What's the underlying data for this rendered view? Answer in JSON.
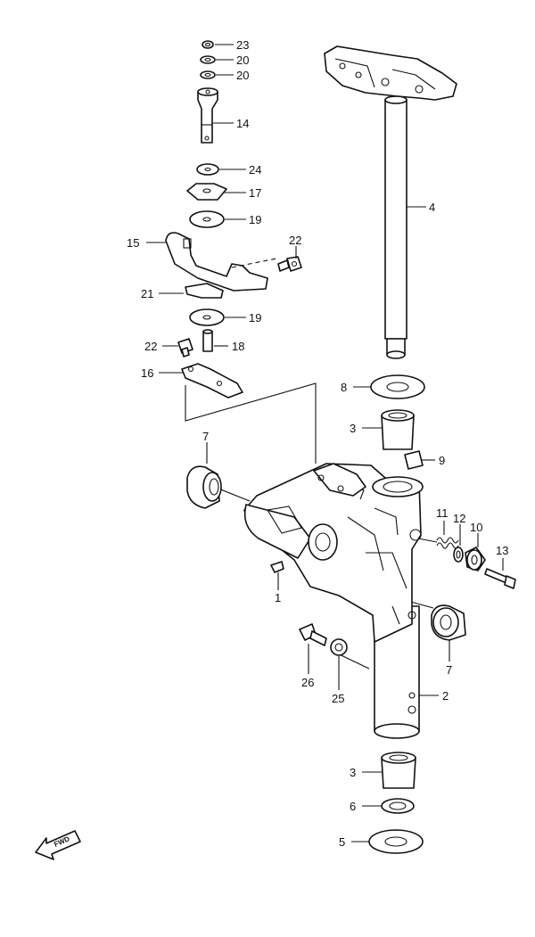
{
  "callouts": {
    "c23": "23",
    "c20a": "20",
    "c20b": "20",
    "c14": "14",
    "c24": "24",
    "c17": "17",
    "c19a": "19",
    "c22a": "22",
    "c15": "15",
    "c21": "21",
    "c19b": "19",
    "c22b": "22",
    "c18": "18",
    "c16": "16",
    "c4": "4",
    "c8": "8",
    "c3a": "3",
    "c9": "9",
    "c7a": "7",
    "c11": "11",
    "c12": "12",
    "c10": "10",
    "c13": "13",
    "c1": "1",
    "c7b": "7",
    "c26": "26",
    "c25": "25",
    "c2": "2",
    "c3b": "3",
    "c6": "6",
    "c5": "5"
  },
  "fwd_arrow": {
    "label": "FWD",
    "icon": "fwd-arrow-icon"
  }
}
